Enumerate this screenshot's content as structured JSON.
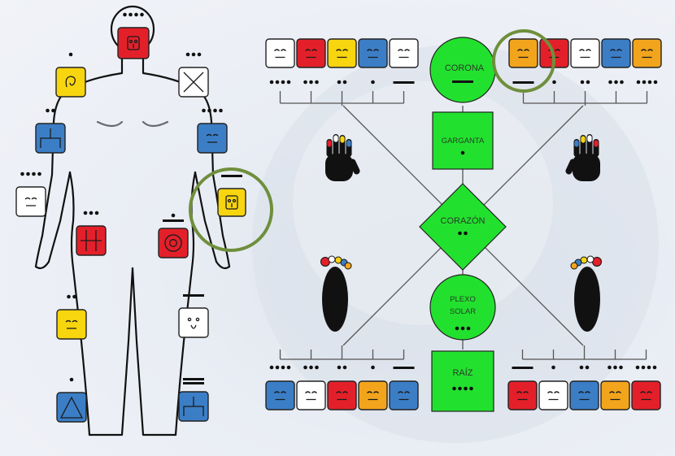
{
  "colors": {
    "red": "#e3202a",
    "yellow": "#f7d50f",
    "blue": "#3b7ec6",
    "white": "#ffffff",
    "orange": "#f2a51c",
    "chakra_green": "#22e12e",
    "highlight_circle": "#6f8f3c",
    "line": "#555555",
    "dots": "#111111"
  },
  "chakras": {
    "corona": "CORONA",
    "garganta": "GARGANTA",
    "corazon": "CORAZÓN",
    "plexo_line1": "PLEXO",
    "plexo_line2": "SOLAR",
    "raiz": "RAÍZ"
  },
  "chakra_counts": {
    "corona": 5,
    "garganta": 1,
    "corazon": 2,
    "plexo": 3,
    "raiz": 4
  },
  "body_glyphs": [
    {
      "name": "head",
      "color": "red",
      "icon": "mask-glyph",
      "count": 4
    },
    {
      "name": "right-shoulder",
      "color": "yellow",
      "icon": "curl-glyph",
      "count": 1
    },
    {
      "name": "left-shoulder",
      "color": "white",
      "icon": "cross-glyph",
      "count": 3
    },
    {
      "name": "right-elbow",
      "color": "blue",
      "icon": "hand-glyph",
      "count": 2
    },
    {
      "name": "left-elbow",
      "color": "blue",
      "icon": "face-glyph",
      "count": 4
    },
    {
      "name": "right-hand",
      "color": "white",
      "icon": "face-glyph",
      "count": 4
    },
    {
      "name": "left-hand",
      "color": "yellow",
      "icon": "sun-face-glyph",
      "count": 5
    },
    {
      "name": "right-hip",
      "color": "red",
      "icon": "grid-glyph",
      "count": 3
    },
    {
      "name": "left-hip",
      "color": "red",
      "icon": "round-glyph",
      "count": 6
    },
    {
      "name": "right-knee",
      "color": "yellow",
      "icon": "face-glyph",
      "count": 2
    },
    {
      "name": "left-knee",
      "color": "white",
      "icon": "tongue-glyph",
      "count": 5
    },
    {
      "name": "right-foot",
      "color": "blue",
      "icon": "pyramid-glyph",
      "count": 1
    },
    {
      "name": "left-foot",
      "color": "blue",
      "icon": "hand-glyph",
      "count": 10
    }
  ],
  "top_left_row": [
    {
      "color": "white",
      "count": 4
    },
    {
      "color": "red",
      "count": 3
    },
    {
      "color": "yellow",
      "count": 2
    },
    {
      "color": "blue",
      "count": 1
    },
    {
      "color": "white",
      "count": 5
    }
  ],
  "top_right_row": [
    {
      "color": "orange",
      "count": 5
    },
    {
      "color": "red",
      "count": 1
    },
    {
      "color": "white",
      "count": 2
    },
    {
      "color": "blue",
      "count": 3
    },
    {
      "color": "orange",
      "count": 4
    }
  ],
  "bottom_left_row": [
    {
      "color": "blue",
      "count": 4
    },
    {
      "color": "white",
      "count": 3
    },
    {
      "color": "red",
      "count": 2
    },
    {
      "color": "orange",
      "count": 1
    },
    {
      "color": "blue",
      "count": 5
    }
  ],
  "bottom_right_row": [
    {
      "color": "red",
      "count": 5
    },
    {
      "color": "white",
      "count": 1
    },
    {
      "color": "blue",
      "count": 2
    },
    {
      "color": "orange",
      "count": 3
    },
    {
      "color": "red",
      "count": 4
    }
  ]
}
